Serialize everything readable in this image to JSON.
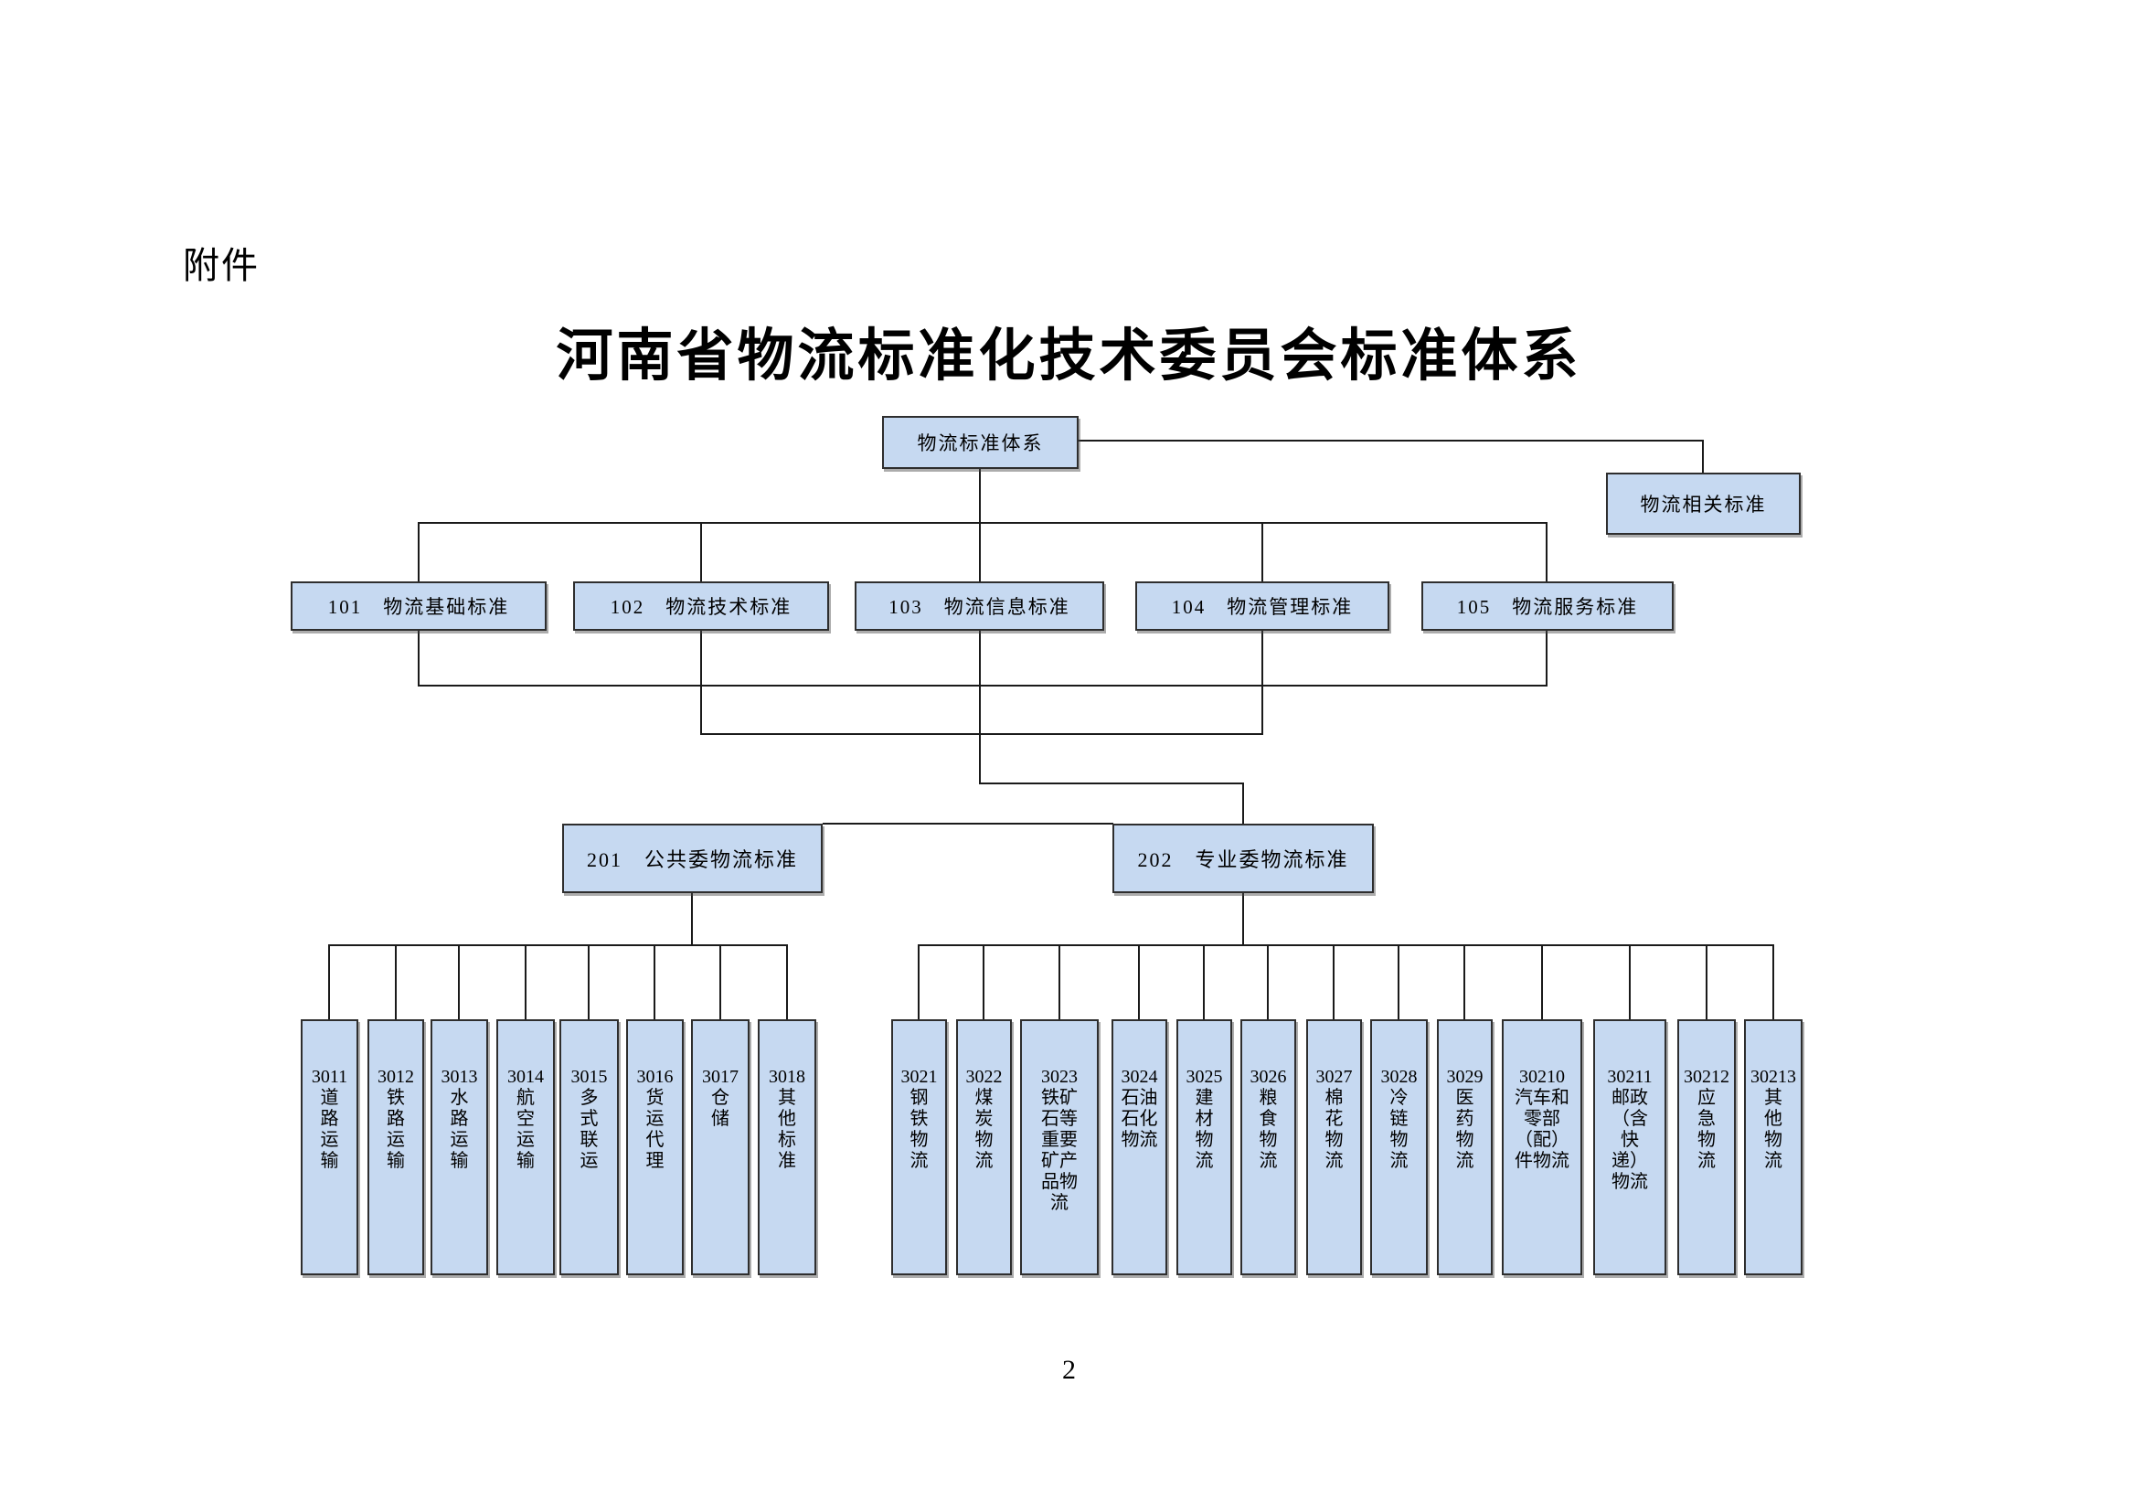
{
  "page": {
    "attachment_label": "附件",
    "title": "河南省物流标准化技术委员会标准体系",
    "page_number": "2"
  },
  "colors": {
    "box_fill": "#c6d9f1",
    "box_border": "#2e2e2e",
    "connector_line": "#1a1a1a",
    "text": "#000000"
  },
  "chart": {
    "root": {
      "label": "物流标准体系"
    },
    "related": {
      "label": "物流相关标准"
    },
    "level2": [
      {
        "label": "101　物流基础标准"
      },
      {
        "label": "102　物流技术标准"
      },
      {
        "label": "103　物流信息标准"
      },
      {
        "label": "104　物流管理标准"
      },
      {
        "label": "105　物流服务标准"
      }
    ],
    "level3": [
      {
        "label": "201　公共委物流标准"
      },
      {
        "label": "202　专业委物流标准"
      }
    ],
    "public_children": [
      {
        "label": "3011\n道\n路\n运\n输"
      },
      {
        "label": "3012\n铁\n路\n运\n输"
      },
      {
        "label": "3013\n水\n路\n运\n输"
      },
      {
        "label": "3014\n航\n空\n运\n输"
      },
      {
        "label": "3015\n多\n式\n联\n运"
      },
      {
        "label": "3016\n货\n运\n代\n理"
      },
      {
        "label": "3017\n仓\n储"
      },
      {
        "label": "3018\n其\n他\n标\n准"
      }
    ],
    "professional_children": [
      {
        "label": "3021\n钢\n铁\n物\n流"
      },
      {
        "label": "3022\n煤\n炭\n物\n流"
      },
      {
        "label": "3023\n铁矿\n石等\n重要\n矿产\n品物\n流"
      },
      {
        "label": "3024\n石油\n石化\n物流"
      },
      {
        "label": "3025\n建\n材\n物\n流"
      },
      {
        "label": "3026\n粮\n食\n物\n流"
      },
      {
        "label": "3027\n棉\n花\n物\n流"
      },
      {
        "label": "3028\n冷\n链\n物\n流"
      },
      {
        "label": "3029\n医\n药\n物\n流"
      },
      {
        "label": "30210\n汽车和\n零部\n（配）\n件物流"
      },
      {
        "label": "30211\n邮政\n（含\n快\n递）\n物流"
      },
      {
        "label": "30212\n应\n急\n物\n流"
      },
      {
        "label": "30213\n其\n他\n物\n流"
      }
    ]
  }
}
